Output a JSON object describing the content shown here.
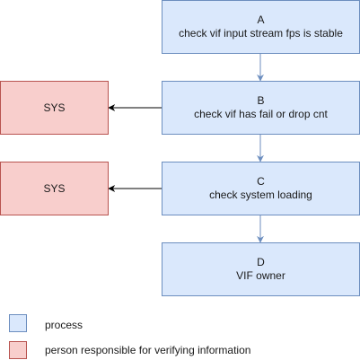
{
  "diagram": {
    "nodes": [
      {
        "id": "A",
        "kind": "process",
        "letter": "A",
        "text": "check vif input stream fps is stable"
      },
      {
        "id": "B",
        "kind": "process",
        "letter": "B",
        "text": "check vif has fail or drop cnt"
      },
      {
        "id": "C",
        "kind": "process",
        "letter": "C",
        "text": "check system loading"
      },
      {
        "id": "D",
        "kind": "process",
        "letter": "D",
        "text": "VIF owner"
      },
      {
        "id": "SYS1",
        "kind": "person",
        "letter": "",
        "text": "SYS"
      },
      {
        "id": "SYS2",
        "kind": "person",
        "letter": "",
        "text": "SYS"
      }
    ],
    "edges": [
      {
        "from": "A",
        "to": "B"
      },
      {
        "from": "B",
        "to": "C"
      },
      {
        "from": "C",
        "to": "D"
      },
      {
        "from": "B",
        "to": "SYS1"
      },
      {
        "from": "C",
        "to": "SYS2"
      }
    ],
    "colors": {
      "process_fill": "#dae8fc",
      "process_stroke": "#6c8ebf",
      "person_fill": "#f8cecc",
      "person_stroke": "#b85450",
      "vertical_arrow": "#6c8ebf",
      "horizontal_arrow": "#000000"
    }
  },
  "legend": {
    "process_label": "process",
    "person_label": "person responsible for verifying information"
  }
}
